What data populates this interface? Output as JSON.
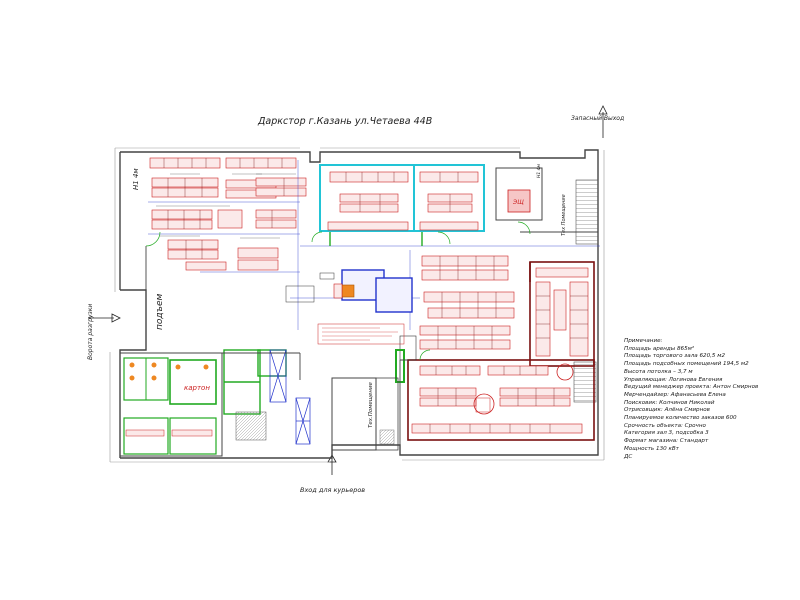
{
  "title": "Даркстор г.Казань ул.Четаева 44В",
  "labels": {
    "emergency_exit": "Запасный Выход",
    "loading_gate": "Ворота разгрузки",
    "ramp": "подъем",
    "couriers_entrance": "Вход для курьеров",
    "carton": "картон",
    "tech_room": "Тех.Помещение",
    "tech_room_right": "Тех Помещение",
    "door_label_top": "H1 4м",
    "door_label_right": "H1 4м",
    "room_label": "ЭЩ"
  },
  "notes": [
    "Примечание:",
    "Площадь аренды 865м²",
    "Площадь торгового зала 620,5 м2",
    "Площадь подсобных помещений 194,5 м2",
    "Высота потолка – 3,7 м",
    "Управляющая: Логинова Евгения",
    "Ведущий менеджер проекта: Антон Смирнов",
    "Мерчендайзер: Афанасьева Елена",
    "Поисковик: Колчинов Николай",
    "Отрисовщик: Алёна Смирнов",
    "Планируемое количество заказов 600",
    "Срочность объекта: Срочно",
    "Категория зал 3, подсобка 3",
    "Формат магазина: Стандарт",
    "Мощность 130 кВт",
    "ДС"
  ],
  "colors": {
    "wall": "#444444",
    "shelf_red": "#cc2222",
    "shelf_dark": "#7a1010",
    "cyan_zone": "#22c4d6",
    "green": "#22aa22",
    "blue": "#2233cc",
    "orange": "#ee8822"
  }
}
